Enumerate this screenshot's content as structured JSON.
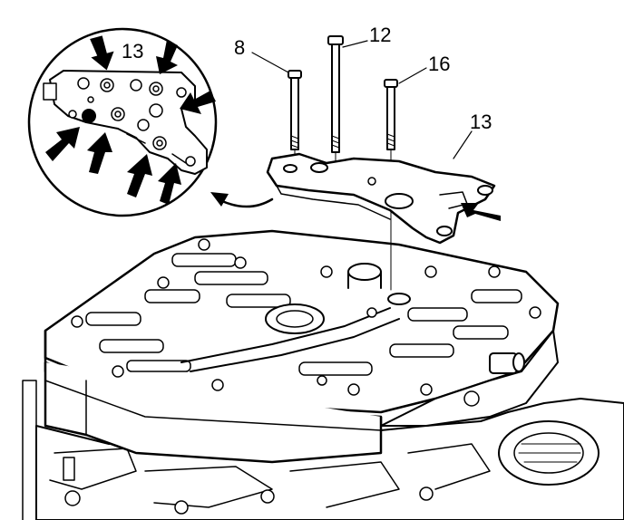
{
  "labels": {
    "inset_plate": "13",
    "bolt_short": "8",
    "bolt_long": "12",
    "bolt_mid": "16",
    "plate": "13"
  },
  "colors": {
    "line": "#000000",
    "background": "#ffffff"
  }
}
